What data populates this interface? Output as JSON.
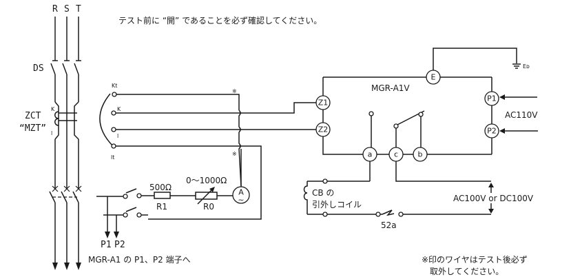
{
  "diagram": {
    "instruction_top": "テスト前に “開” であることを必ず確認してください。",
    "phases": [
      "R",
      "S",
      "T"
    ],
    "labels": {
      "ds": "DS",
      "zct": "ZCT",
      "mzt": "“MZT”",
      "zct_k": "K",
      "zct_l": "l",
      "kt": "Kt",
      "k": "K",
      "l": "l",
      "lt": "lt",
      "asterisk_1": "※",
      "asterisk_2": "※",
      "r1_value": "500Ω",
      "r1_name": "R1",
      "r0_value": "0～1000Ω",
      "r0_name": "R0",
      "ammeter": "A",
      "ammeter_sub": "~",
      "p1": "P1",
      "p2": "P2",
      "p_to": "MGR-A1 の P1、P2 端子へ",
      "relay_name": "MGR-A1V",
      "node_e": "E",
      "node_z1": "Z1",
      "node_z2": "Z2",
      "node_p1": "P1",
      "node_p2": "P2",
      "node_a": "a",
      "node_c": "c",
      "node_b": "b",
      "ground": "Eᴅ",
      "ac110": "AC110V",
      "cb_coil_1": "CB の",
      "cb_coil_2": "引外しコイル",
      "supply": "AC100V or DC100V",
      "aux_contact": "52a"
    },
    "note_line_1": "※印のワイヤはテスト後必ず",
    "note_line_2": "取外してください。"
  }
}
